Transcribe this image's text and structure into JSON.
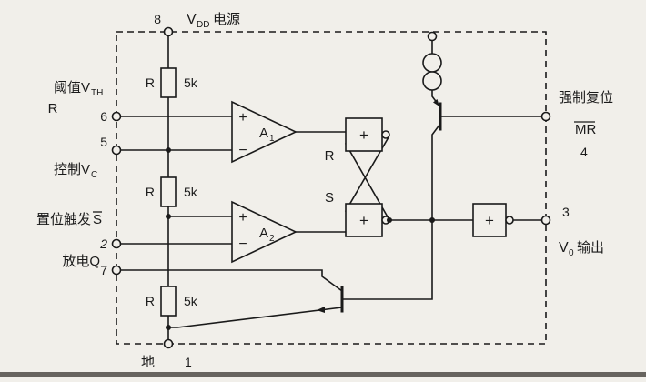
{
  "colors": {
    "ink": "#1a1a1a",
    "paper": "#f1efea",
    "shadow": "#4f4b46"
  },
  "pins": {
    "p8": {
      "num": "8",
      "v": "V",
      "sub": "DD",
      "rest": "电源"
    },
    "p6": {
      "num": "6",
      "main": "阈值V",
      "sub": "TH",
      "line2": "R"
    },
    "p5": {
      "num": "5",
      "main": "控制V",
      "sub": "C"
    },
    "p2": {
      "num": "2",
      "main": "置位触发",
      "overlined": "S"
    },
    "p7": {
      "num": "7",
      "label": "放电Q"
    },
    "p1": {
      "num": "1",
      "label": "地"
    },
    "p4": {
      "num": "4",
      "line1": "强制复位",
      "overlined": "MR"
    },
    "p3": {
      "num": "3",
      "v": "V",
      "sub": "0",
      "rest": "输出"
    }
  },
  "resistors": {
    "r1": {
      "label": "R",
      "value": "5k"
    },
    "r2": {
      "label": "R",
      "value": "5k"
    },
    "r3": {
      "label": "R",
      "value": "5k"
    }
  },
  "comparators": {
    "a1": {
      "name": "A",
      "sub": "1",
      "plus": "+",
      "minus": "−"
    },
    "a2": {
      "name": "A",
      "sub": "2",
      "plus": "+",
      "minus": "−"
    }
  },
  "flipflop": {
    "r_input": "R",
    "s_input": "S",
    "gate_r_glyph": "+",
    "gate_s_glyph": "+"
  },
  "output_gate": {
    "glyph": "+"
  }
}
